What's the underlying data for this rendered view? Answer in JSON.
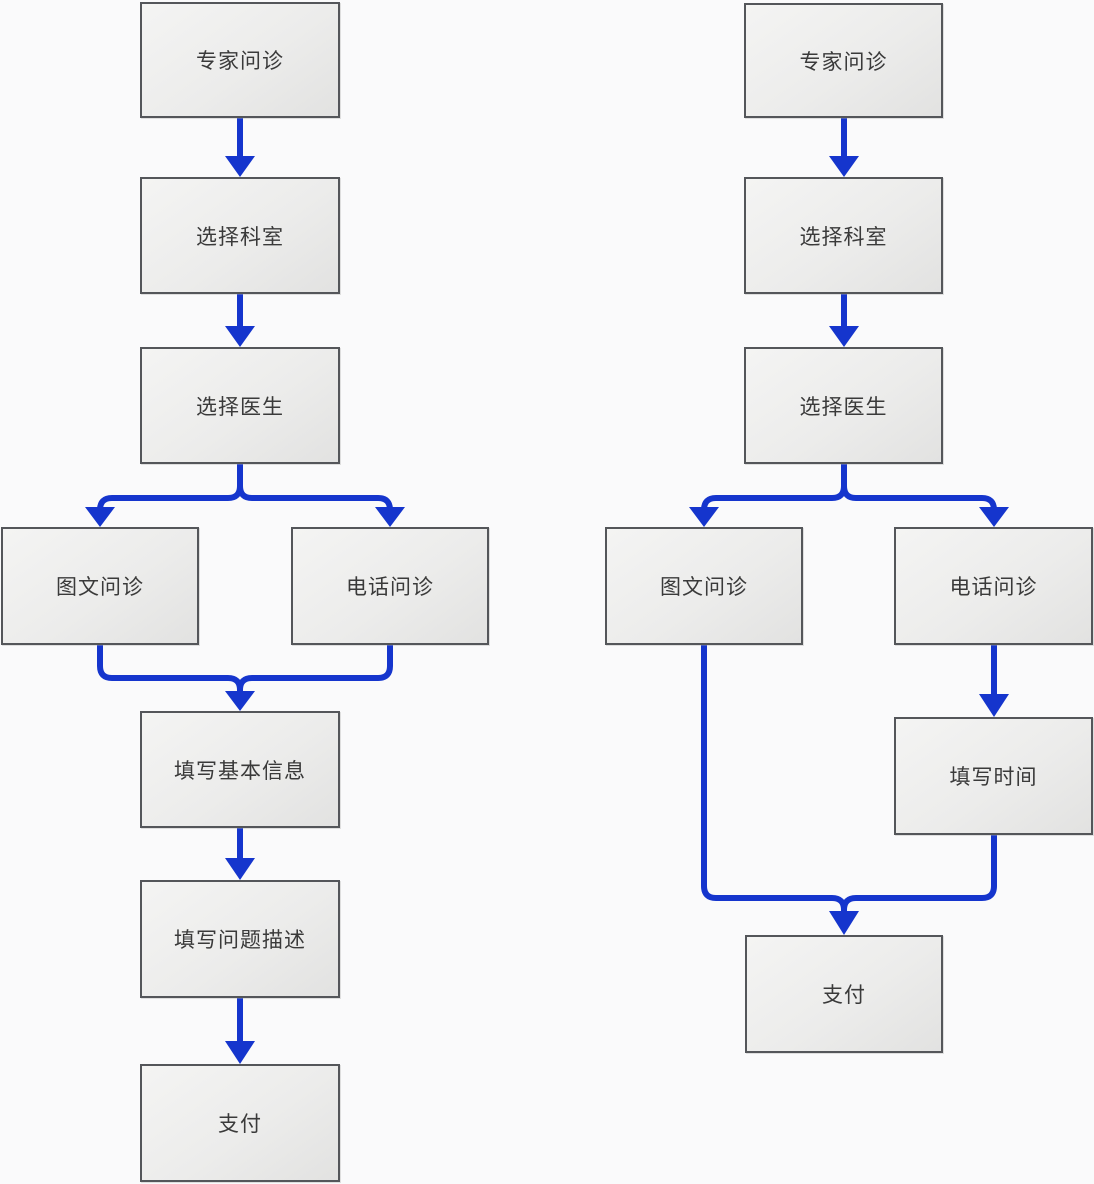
{
  "diagram": {
    "description": "Two flowcharts of an expert online consultation (问诊) process",
    "arrow_color": "#1535cd",
    "node_border_color": "#54565a",
    "node_fill_color": "#ececeb",
    "left_flow": {
      "nodes": [
        {
          "id": "expert",
          "label": "专家问诊"
        },
        {
          "id": "department",
          "label": "选择科室"
        },
        {
          "id": "doctor",
          "label": "选择医生"
        },
        {
          "id": "image_text",
          "label": "图文问诊"
        },
        {
          "id": "phone",
          "label": "电话问诊"
        },
        {
          "id": "basic_info",
          "label": "填写基本信息"
        },
        {
          "id": "problem_desc",
          "label": "填写问题描述"
        },
        {
          "id": "pay",
          "label": "支付"
        }
      ],
      "edges": [
        {
          "from": "expert",
          "to": "department"
        },
        {
          "from": "department",
          "to": "doctor"
        },
        {
          "from": "doctor",
          "to": "image_text"
        },
        {
          "from": "doctor",
          "to": "phone"
        },
        {
          "from": "image_text",
          "to": "basic_info"
        },
        {
          "from": "phone",
          "to": "basic_info"
        },
        {
          "from": "basic_info",
          "to": "problem_desc"
        },
        {
          "from": "problem_desc",
          "to": "pay"
        }
      ]
    },
    "right_flow": {
      "nodes": [
        {
          "id": "expert",
          "label": "专家问诊"
        },
        {
          "id": "department",
          "label": "选择科室"
        },
        {
          "id": "doctor",
          "label": "选择医生"
        },
        {
          "id": "image_text",
          "label": "图文问诊"
        },
        {
          "id": "phone",
          "label": "电话问诊"
        },
        {
          "id": "fill_time",
          "label": "填写时间"
        },
        {
          "id": "pay",
          "label": "支付"
        }
      ],
      "edges": [
        {
          "from": "expert",
          "to": "department"
        },
        {
          "from": "department",
          "to": "doctor"
        },
        {
          "from": "doctor",
          "to": "image_text"
        },
        {
          "from": "doctor",
          "to": "phone"
        },
        {
          "from": "phone",
          "to": "fill_time"
        },
        {
          "from": "image_text",
          "to": "pay"
        },
        {
          "from": "fill_time",
          "to": "pay"
        }
      ]
    }
  }
}
